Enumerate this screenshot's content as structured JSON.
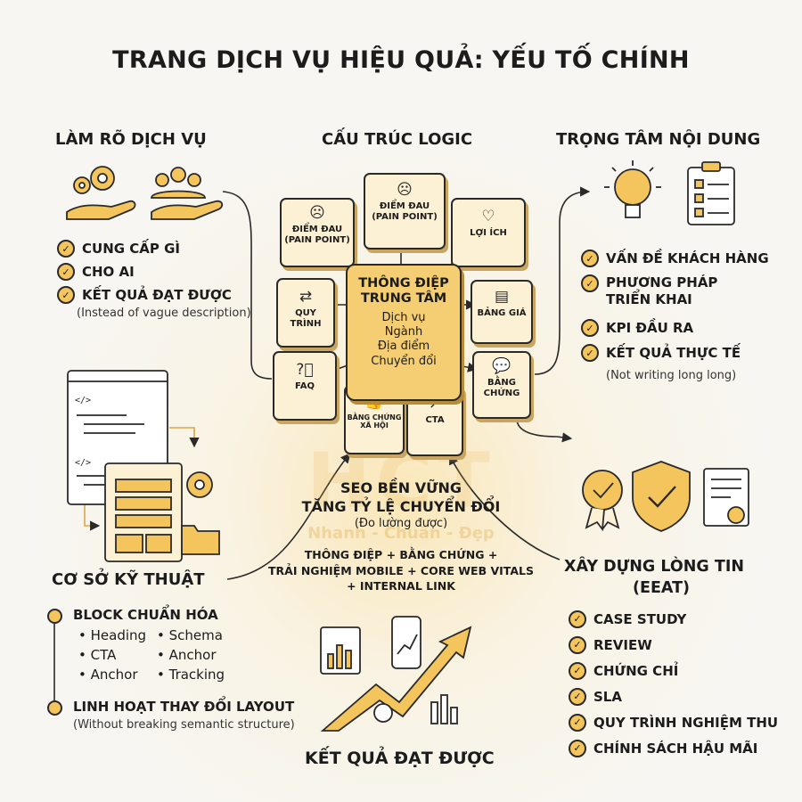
{
  "title": "TRANG DỊCH VỤ HIỆU QUẢ: YẾU TỐ CHÍNH",
  "watermark": {
    "logo": "HCT",
    "slogan": "Nhanh - Chuẩn - Đẹp"
  },
  "left_top": {
    "heading": "LÀM RÕ DỊCH VỤ",
    "items": [
      "CUNG CẤP GÌ",
      "CHO AI",
      "KẾT QUẢ ĐẠT ĐƯỢC"
    ],
    "note": "(Instead of vague description)"
  },
  "center": {
    "heading": "CẤU TRÚC LOGIC",
    "core_title": "THÔNG ĐIỆP\nTRUNG TÂM",
    "core_lines": [
      "Dịch vụ",
      "Ngành",
      "Địa điểm",
      "Chuyển đổi"
    ],
    "boxes": [
      {
        "key": "pain_left",
        "label": "ĐIỂM ĐAU\n(PAIN POINT)",
        "icon": "sad-face-icon"
      },
      {
        "key": "pain_top",
        "label": "ĐIỂM ĐAU\n(PAIN POINT)",
        "icon": "sad-face-icon"
      },
      {
        "key": "benefit",
        "label": "LỢI ÍCH",
        "icon": "heart-hand-icon"
      },
      {
        "key": "process",
        "label": "QUY TRÌNH",
        "icon": "flow-icon"
      },
      {
        "key": "price",
        "label": "BẢNG GIÁ",
        "icon": "clipboard-icon"
      },
      {
        "key": "faq",
        "label": "FAQ",
        "icon": "question-icon"
      },
      {
        "key": "proof",
        "label": "BẰNG\nCHỨNG",
        "icon": "chat-icon"
      },
      {
        "key": "social",
        "label": "BẰNG CHỨNG\nXÃ HỘI",
        "icon": "thumbs-up-icon"
      },
      {
        "key": "cta",
        "label": "CTA",
        "icon": "share-arrow-icon"
      }
    ]
  },
  "right_top": {
    "heading": "TRỌNG TÂM NỘI DUNG",
    "items": [
      "VẤN ĐỀ KHÁCH HÀNG",
      "PHƯƠNG PHÁP\nTRIỂN KHAI",
      "KPI ĐẦU RA",
      "KẾT QUẢ THỰC TẾ"
    ],
    "note": "(Not writing long long)"
  },
  "middle": {
    "title1": "SEO BỀN VỮNG",
    "title2": "TĂNG TỶ LỆ CHUYỂN ĐỔI",
    "sub": "(Đo lường được)",
    "line1": "THÔNG ĐIỆP + BẰNG CHỨNG +",
    "line2": "TRẢI NGHIỆM MOBILE + CORE WEB VITALS",
    "line3": "+ INTERNAL LINK"
  },
  "left_bottom": {
    "heading": "CƠ SỞ KỸ THUẬT",
    "block_title": "BLOCK CHUẨN HÓA",
    "blocks": [
      "• Heading",
      "• Schema",
      "• CTA",
      "• Anchor",
      "• Anchor",
      "• Tracking"
    ],
    "flex_title": "LINH HOẠT THAY ĐỔI LAYOUT",
    "flex_note": "(Without breaking semantic structure)"
  },
  "right_bottom": {
    "heading1": "XÂY DỰNG LÒNG TIN",
    "heading2": "(EEAT)",
    "items": [
      "CASE STUDY",
      "REVIEW",
      "CHỨNG CHỈ",
      "SLA",
      "QUY TRÌNH NGHIỆM THU",
      "CHÍNH SÁCH HẬU MÃI"
    ]
  },
  "bottom": {
    "heading": "KẾT QUẢ ĐẠT ĐƯỢC"
  },
  "colors": {
    "accent": "#f4c55c",
    "accent_dark": "#caa561",
    "ink": "#2a2a2a",
    "background": "#f7f6f2"
  }
}
